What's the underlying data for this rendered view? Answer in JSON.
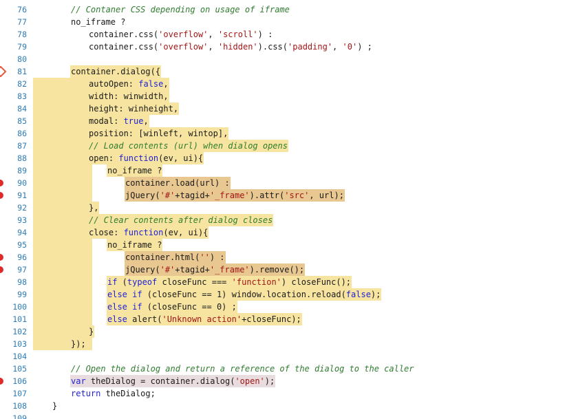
{
  "editor": {
    "lines": [
      {
        "num": "76",
        "breakpoint": "none",
        "highlight": "none",
        "indent": 2,
        "tokens": [
          {
            "t": "// Contaner CSS depending on usage of iframe",
            "c": "cm"
          }
        ]
      },
      {
        "num": "77",
        "breakpoint": "none",
        "highlight": "none",
        "indent": 2,
        "tokens": [
          {
            "t": "no_iframe ?",
            "c": ""
          }
        ]
      },
      {
        "num": "78",
        "breakpoint": "none",
        "highlight": "none",
        "indent": 3,
        "tokens": [
          {
            "t": "container.css(",
            "c": ""
          },
          {
            "t": "'overflow'",
            "c": "str"
          },
          {
            "t": ", ",
            "c": ""
          },
          {
            "t": "'scroll'",
            "c": "str"
          },
          {
            "t": ") :",
            "c": ""
          }
        ]
      },
      {
        "num": "79",
        "breakpoint": "none",
        "highlight": "none",
        "indent": 3,
        "tokens": [
          {
            "t": "container.css(",
            "c": ""
          },
          {
            "t": "'overflow'",
            "c": "str"
          },
          {
            "t": ", ",
            "c": ""
          },
          {
            "t": "'hidden'",
            "c": "str"
          },
          {
            "t": ").css(",
            "c": ""
          },
          {
            "t": "'padding'",
            "c": "str"
          },
          {
            "t": ", ",
            "c": ""
          },
          {
            "t": "'0'",
            "c": "str"
          },
          {
            "t": ") ;",
            "c": ""
          }
        ]
      },
      {
        "num": "80",
        "breakpoint": "none",
        "highlight": "none",
        "indent": 2,
        "tokens": []
      },
      {
        "num": "81",
        "breakpoint": "conditional",
        "highlight": "hl",
        "indent": 2,
        "tokens": [
          {
            "t": "container.dialog({",
            "c": ""
          }
        ]
      },
      {
        "num": "82",
        "breakpoint": "none",
        "highlight": "hl",
        "indent": 3,
        "tokens": [
          {
            "t": "autoOpen: ",
            "c": ""
          },
          {
            "t": "false",
            "c": "kw"
          },
          {
            "t": ",",
            "c": ""
          }
        ]
      },
      {
        "num": "83",
        "breakpoint": "none",
        "highlight": "hl",
        "indent": 3,
        "tokens": [
          {
            "t": "width: winwidth,",
            "c": ""
          }
        ]
      },
      {
        "num": "84",
        "breakpoint": "none",
        "highlight": "hl",
        "indent": 3,
        "tokens": [
          {
            "t": "height: winheight,",
            "c": ""
          }
        ]
      },
      {
        "num": "85",
        "breakpoint": "none",
        "highlight": "hl",
        "indent": 3,
        "tokens": [
          {
            "t": "modal: ",
            "c": ""
          },
          {
            "t": "true",
            "c": "kw"
          },
          {
            "t": ",",
            "c": ""
          }
        ]
      },
      {
        "num": "86",
        "breakpoint": "none",
        "highlight": "hl",
        "indent": 3,
        "tokens": [
          {
            "t": "position: [winleft, wintop],",
            "c": ""
          }
        ]
      },
      {
        "num": "87",
        "breakpoint": "none",
        "highlight": "hl",
        "indent": 3,
        "tokens": [
          {
            "t": "// Load contents (url) when dialog opens",
            "c": "cm"
          }
        ]
      },
      {
        "num": "88",
        "breakpoint": "none",
        "highlight": "hl",
        "indent": 3,
        "tokens": [
          {
            "t": "open: ",
            "c": ""
          },
          {
            "t": "function",
            "c": "kw"
          },
          {
            "t": "(ev, ui){",
            "c": ""
          }
        ]
      },
      {
        "num": "89",
        "breakpoint": "none",
        "highlight": "hl",
        "indent": 4,
        "tokens": [
          {
            "t": "no_iframe ?",
            "c": ""
          }
        ]
      },
      {
        "num": "90",
        "breakpoint": "active",
        "highlight": "hl2",
        "indent": 5,
        "tokens": [
          {
            "t": "container.load(url) :",
            "c": ""
          }
        ]
      },
      {
        "num": "91",
        "breakpoint": "active",
        "highlight": "hl2",
        "indent": 5,
        "tokens": [
          {
            "t": "jQuery(",
            "c": ""
          },
          {
            "t": "'#'",
            "c": "str"
          },
          {
            "t": "+tagid+",
            "c": ""
          },
          {
            "t": "'_frame'",
            "c": "str"
          },
          {
            "t": ").attr(",
            "c": ""
          },
          {
            "t": "'src'",
            "c": "str"
          },
          {
            "t": ", url);",
            "c": ""
          }
        ]
      },
      {
        "num": "92",
        "breakpoint": "none",
        "highlight": "hl",
        "indent": 3,
        "tokens": [
          {
            "t": "},",
            "c": ""
          }
        ]
      },
      {
        "num": "93",
        "breakpoint": "none",
        "highlight": "hl",
        "indent": 3,
        "tokens": [
          {
            "t": "// Clear contents after dialog closes",
            "c": "cm"
          }
        ]
      },
      {
        "num": "94",
        "breakpoint": "none",
        "highlight": "hl",
        "indent": 3,
        "tokens": [
          {
            "t": "close: ",
            "c": ""
          },
          {
            "t": "function",
            "c": "kw"
          },
          {
            "t": "(ev, ui){",
            "c": ""
          }
        ]
      },
      {
        "num": "95",
        "breakpoint": "none",
        "highlight": "hl",
        "indent": 4,
        "tokens": [
          {
            "t": "no_iframe ?",
            "c": ""
          }
        ]
      },
      {
        "num": "96",
        "breakpoint": "active",
        "highlight": "hl2",
        "indent": 5,
        "tokens": [
          {
            "t": "container.html(",
            "c": ""
          },
          {
            "t": "''",
            "c": "str"
          },
          {
            "t": ") :",
            "c": ""
          }
        ]
      },
      {
        "num": "97",
        "breakpoint": "active",
        "highlight": "hl2",
        "indent": 5,
        "tokens": [
          {
            "t": "jQuery(",
            "c": ""
          },
          {
            "t": "'#'",
            "c": "str"
          },
          {
            "t": "+tagid+",
            "c": ""
          },
          {
            "t": "'_frame'",
            "c": "str"
          },
          {
            "t": ").remove();",
            "c": ""
          }
        ]
      },
      {
        "num": "98",
        "breakpoint": "none",
        "highlight": "hl",
        "indent": 4,
        "tokens": [
          {
            "t": "if",
            "c": "kw"
          },
          {
            "t": " (",
            "c": ""
          },
          {
            "t": "typeof",
            "c": "kw"
          },
          {
            "t": " closeFunc === ",
            "c": ""
          },
          {
            "t": "'function'",
            "c": "str"
          },
          {
            "t": ") closeFunc();",
            "c": ""
          }
        ]
      },
      {
        "num": "99",
        "breakpoint": "none",
        "highlight": "hl",
        "indent": 4,
        "tokens": [
          {
            "t": "else if",
            "c": "kw"
          },
          {
            "t": " (closeFunc == 1) window.location.reload(",
            "c": ""
          },
          {
            "t": "false",
            "c": "kw"
          },
          {
            "t": ");",
            "c": ""
          }
        ]
      },
      {
        "num": "100",
        "breakpoint": "none",
        "highlight": "hl",
        "indent": 4,
        "tokens": [
          {
            "t": "else if",
            "c": "kw"
          },
          {
            "t": " (closeFunc == 0) ;",
            "c": ""
          }
        ]
      },
      {
        "num": "101",
        "breakpoint": "none",
        "highlight": "hl",
        "indent": 4,
        "tokens": [
          {
            "t": "else",
            "c": "kw"
          },
          {
            "t": " alert(",
            "c": ""
          },
          {
            "t": "'Unknown action'",
            "c": "str"
          },
          {
            "t": "+closeFunc);",
            "c": ""
          }
        ]
      },
      {
        "num": "102",
        "breakpoint": "none",
        "highlight": "hl",
        "indent": 3,
        "tokens": [
          {
            "t": "}",
            "c": ""
          }
        ]
      },
      {
        "num": "103",
        "breakpoint": "none",
        "highlight": "hl",
        "indent": 2,
        "tokens": [
          {
            "t": "});",
            "c": ""
          }
        ]
      },
      {
        "num": "104",
        "breakpoint": "none",
        "highlight": "none",
        "indent": 2,
        "tokens": []
      },
      {
        "num": "105",
        "breakpoint": "none",
        "highlight": "none",
        "indent": 2,
        "tokens": [
          {
            "t": "// Open the dialog and return a reference of the dialog to the caller",
            "c": "cm"
          }
        ]
      },
      {
        "num": "106",
        "breakpoint": "active",
        "highlight": "hl3",
        "indent": 2,
        "tokens": [
          {
            "t": "var",
            "c": "kw"
          },
          {
            "t": " theDialog = container.dialog(",
            "c": ""
          },
          {
            "t": "'open'",
            "c": "str"
          },
          {
            "t": ");",
            "c": ""
          }
        ]
      },
      {
        "num": "107",
        "breakpoint": "none",
        "highlight": "none",
        "indent": 2,
        "tokens": [
          {
            "t": "return",
            "c": "kw"
          },
          {
            "t": " theDialog;",
            "c": ""
          }
        ]
      },
      {
        "num": "108",
        "breakpoint": "none",
        "highlight": "none",
        "indent": 1,
        "tokens": [
          {
            "t": "}",
            "c": ""
          }
        ]
      },
      {
        "num": "109",
        "breakpoint": "none",
        "highlight": "none",
        "indent": 1,
        "tokens": []
      }
    ]
  },
  "colors": {
    "line_number": "#2b7bb9",
    "keyword": "#1f1fd6",
    "string": "#a31515",
    "comment": "#2f7d2f",
    "highlight": "#f6e4a0",
    "highlight_strong": "#e8c791",
    "breakpoint": "#e02a2a"
  }
}
